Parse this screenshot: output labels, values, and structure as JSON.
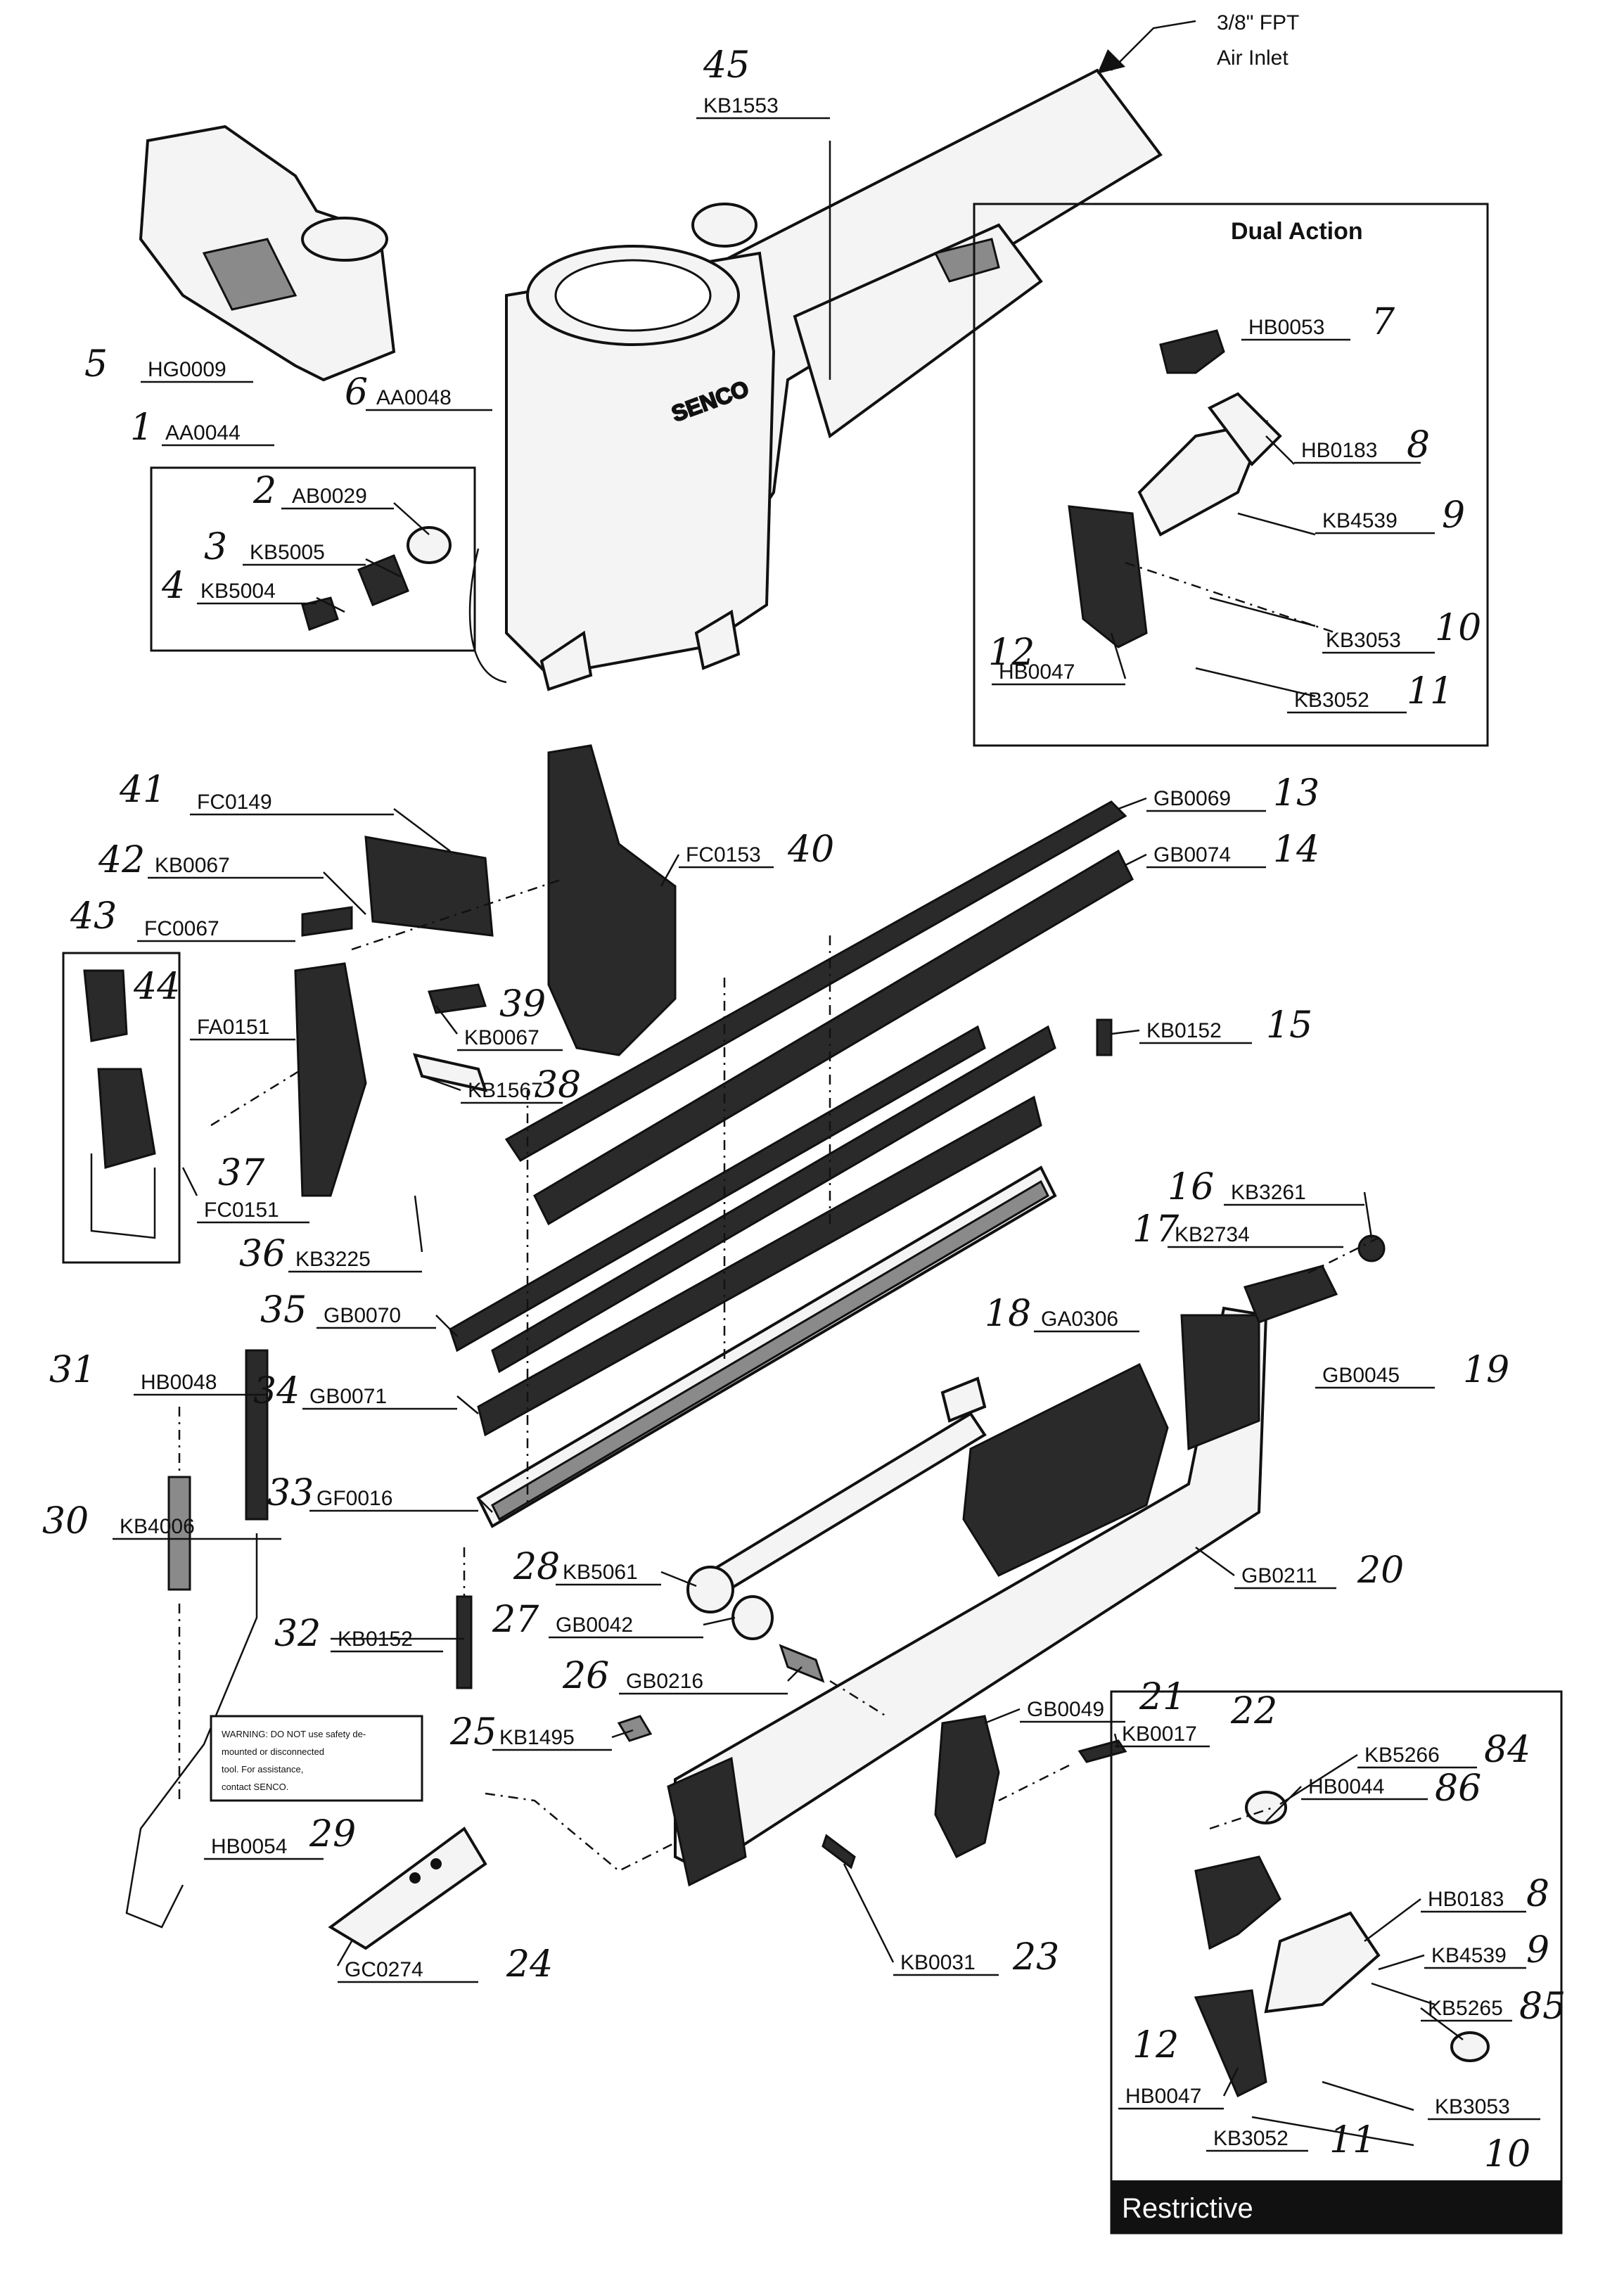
{
  "callouts": {
    "air_inlet_line1": "3/8\" FPT",
    "air_inlet_line2": "Air Inlet"
  },
  "panels": {
    "dual_action_title": "Dual Action",
    "restrictive_title": "Restrictive"
  },
  "warning_label_lines": [
    "WARNING: DO NOT use safety de-",
    "mounted or disconnected",
    "tool. For assistance,",
    "contact SENCO."
  ],
  "brand": "SENCO",
  "parts": [
    {
      "ref": "45",
      "code": "KB1553"
    },
    {
      "ref": "5",
      "code": "HG0009"
    },
    {
      "ref": "6",
      "code": "AA0048"
    },
    {
      "ref": "1",
      "code": "AA0044"
    },
    {
      "ref": "2",
      "code": "AB0029"
    },
    {
      "ref": "3",
      "code": "KB5005"
    },
    {
      "ref": "4",
      "code": "KB5004"
    },
    {
      "ref": "7",
      "code": "HB0053"
    },
    {
      "ref": "8",
      "code": "HB0183"
    },
    {
      "ref": "9",
      "code": "KB4539"
    },
    {
      "ref": "10",
      "code": "KB3053"
    },
    {
      "ref": "12",
      "code": "HB0047"
    },
    {
      "ref": "11",
      "code": "KB3052"
    },
    {
      "ref": "41",
      "code": "FC0149"
    },
    {
      "ref": "40",
      "code": "FC0153"
    },
    {
      "ref": "42",
      "code": "KB0067"
    },
    {
      "ref": "43",
      "code": "FC0067"
    },
    {
      "ref": "44",
      "code": "FA0151"
    },
    {
      "ref": "39",
      "code": "KB0067"
    },
    {
      "ref": "38",
      "code": "KB1567"
    },
    {
      "ref": "37",
      "code": "FC0151"
    },
    {
      "ref": "36",
      "code": "KB3225"
    },
    {
      "ref": "13",
      "code": "GB0069"
    },
    {
      "ref": "14",
      "code": "GB0074"
    },
    {
      "ref": "15",
      "code": "KB0152"
    },
    {
      "ref": "35",
      "code": "GB0070"
    },
    {
      "ref": "16",
      "code": "KB3261"
    },
    {
      "ref": "17",
      "code": "KB2734"
    },
    {
      "ref": "31",
      "code": "HB0048"
    },
    {
      "ref": "34",
      "code": "GB0071"
    },
    {
      "ref": "18",
      "code": "GA0306"
    },
    {
      "ref": "19",
      "code": "GB0045"
    },
    {
      "ref": "33",
      "code": "GF0016"
    },
    {
      "ref": "30",
      "code": "KB4006"
    },
    {
      "ref": "28",
      "code": "KB5061"
    },
    {
      "ref": "20",
      "code": "GB0211"
    },
    {
      "ref": "32",
      "code": "KB0152"
    },
    {
      "ref": "27",
      "code": "GB0042"
    },
    {
      "ref": "26",
      "code": "GB0216"
    },
    {
      "ref": "21",
      "code": "GB0049"
    },
    {
      "ref": "22",
      "code": "KB0017"
    },
    {
      "ref": "25",
      "code": "KB1495"
    },
    {
      "ref": "29",
      "code": "HB0054"
    },
    {
      "ref": "24",
      "code": "GC0274"
    },
    {
      "ref": "23",
      "code": "KB0031"
    },
    {
      "ref": "84",
      "code": "KB5266"
    },
    {
      "ref": "86",
      "code": "HB0044"
    },
    {
      "ref": "8",
      "code": "HB0183"
    },
    {
      "ref": "9",
      "code": "KB4539"
    },
    {
      "ref": "85",
      "code": "KB5265"
    },
    {
      "ref": "12",
      "code": "HB0047"
    },
    {
      "ref": "10",
      "code": "KB3053"
    },
    {
      "ref": "11",
      "code": "KB3052"
    }
  ]
}
